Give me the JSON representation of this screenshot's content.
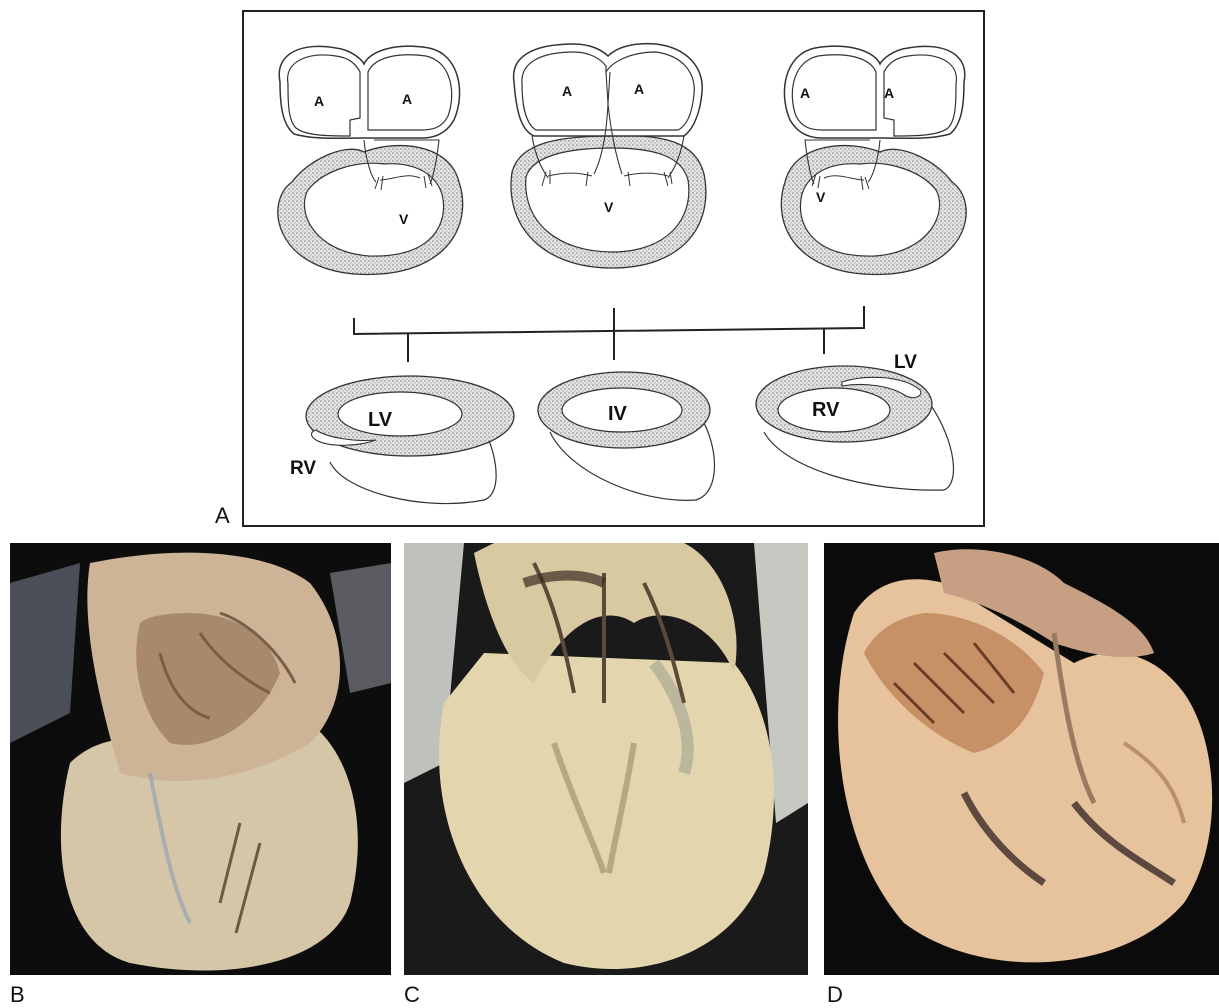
{
  "panel_letters": {
    "a": "A",
    "b": "B",
    "c": "C",
    "d": "D"
  },
  "diagram": {
    "top_row": [
      {
        "atrium_left": "A",
        "atrium_right": "A",
        "ventricle": "V"
      },
      {
        "atrium_left": "A",
        "atrium_right": "A",
        "ventricle": "V"
      },
      {
        "atrium_left": "A",
        "atrium_right": "A",
        "ventricle": "V"
      }
    ],
    "bottom_row": [
      {
        "main": "LV",
        "rudimentary": "RV"
      },
      {
        "main": "IV"
      },
      {
        "main": "RV",
        "rudimentary": "LV"
      }
    ]
  },
  "photos": [
    {
      "panel": "B",
      "tissue_color": "#d8c7a6"
    },
    {
      "panel": "C",
      "tissue_color": "#e3d7ae"
    },
    {
      "panel": "D",
      "tissue_color": "#e7c6a2"
    }
  ]
}
